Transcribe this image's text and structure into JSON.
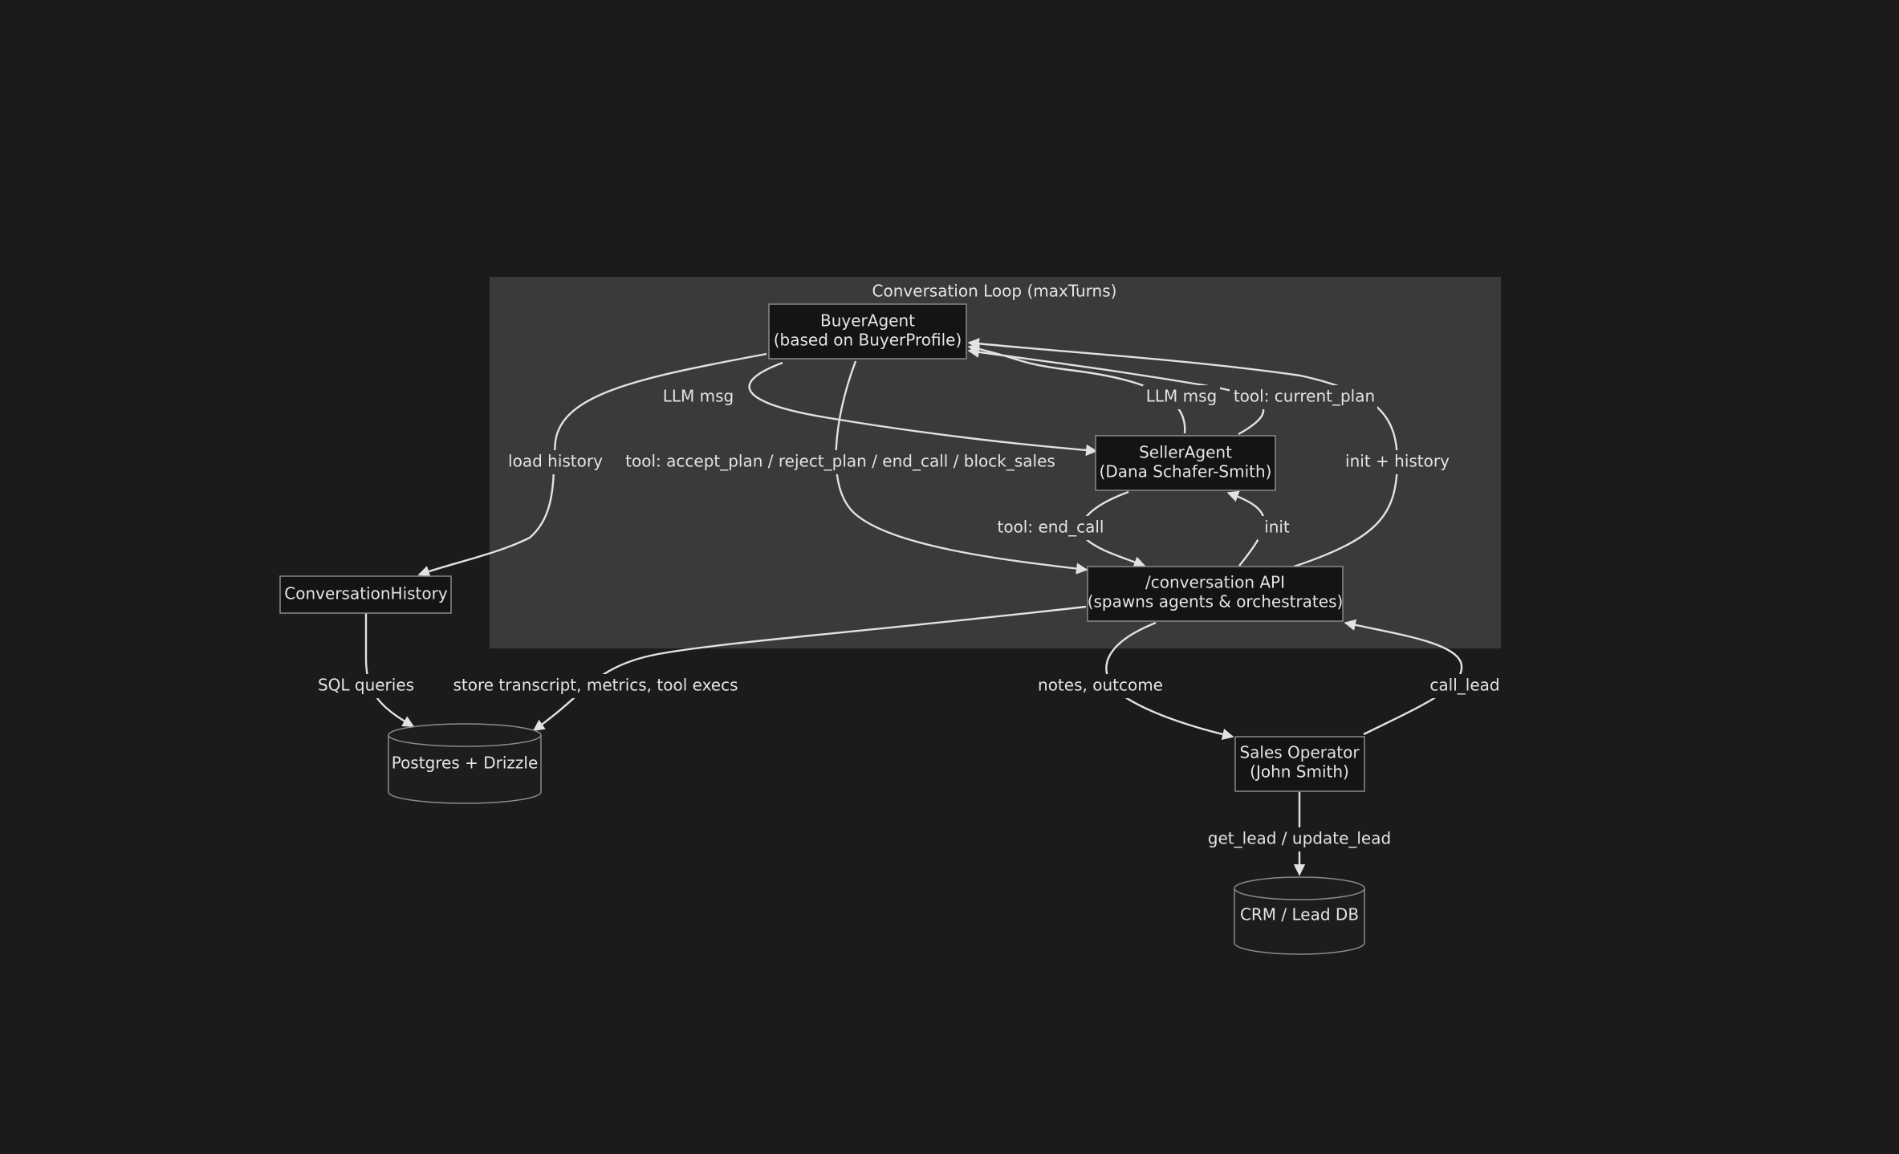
{
  "cluster": {
    "label": "Conversation Loop (maxTurns)"
  },
  "nodes": {
    "buyer": {
      "line1": "BuyerAgent",
      "line2": "(based on BuyerProfile)"
    },
    "seller": {
      "line1": "SellerAgent",
      "line2": "(Dana Schafer-Smith)"
    },
    "api": {
      "line1": "/conversation API",
      "line2": "(spawns agents & orchestrates)"
    },
    "history": {
      "line1": "ConversationHistory"
    },
    "postgres": {
      "line1": "Postgres + Drizzle"
    },
    "operator": {
      "line1": "Sales Operator",
      "line2": "(John Smith)"
    },
    "crm": {
      "line1": "CRM / Lead DB"
    }
  },
  "edges": {
    "buyer_to_seller": "LLM msg",
    "seller_to_buyer": "LLM msg",
    "seller_tool_to_buyer": "tool: current_plan",
    "buyer_tool_to_api": "tool: accept_plan / reject_plan / end_call / block_sales",
    "buyer_to_history": "load history",
    "api_to_buyer": "init + history",
    "seller_to_api": "tool: end_call",
    "api_to_seller": "init",
    "history_to_postgres": "SQL queries",
    "api_to_postgres": "store transcript, metrics, tool execs",
    "api_to_operator": "notes, outcome",
    "operator_to_api": "call_lead",
    "operator_to_crm": "get_lead / update_lead"
  },
  "colors": {
    "background": "#1b1b1b",
    "cluster_fill": "#3a3a3a",
    "node_fill": "#141414",
    "edge": "#e2e2e2",
    "text": "#e4e4e4"
  }
}
